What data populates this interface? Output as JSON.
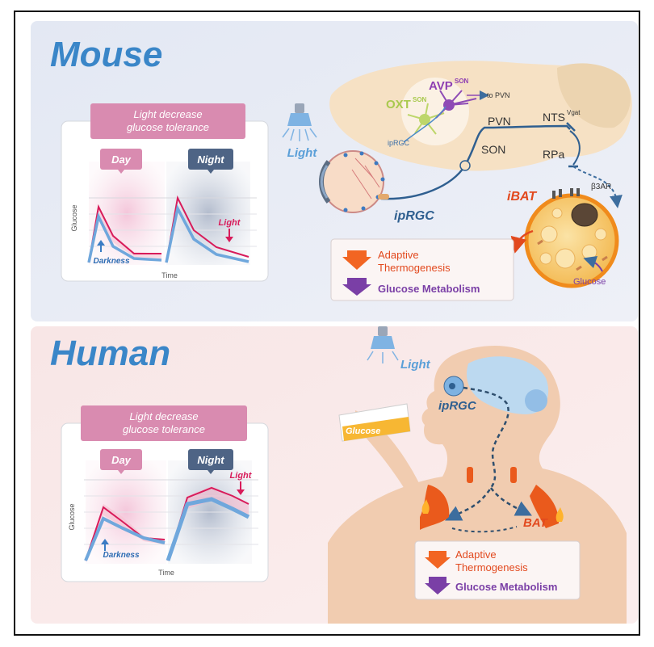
{
  "mouse": {
    "title": "Mouse",
    "chart": {
      "header_line1": "Light decrease",
      "header_line2": "glucose tolerance",
      "day": "Day",
      "night": "Night",
      "ylabel": "Glucose",
      "xlabel": "Time",
      "light": "Light",
      "darkness": "Darkness"
    },
    "light_bulb_label": "Light",
    "brain": {
      "avp": "AVP",
      "avp_sup": "SON",
      "oxt": "OXT",
      "oxt_sup": "SON",
      "to_pvn": "to PVN",
      "iprgc_small": "ipRGC",
      "pvn": "PVN",
      "son": "SON",
      "nts": "NTS",
      "nts_sup": "Vgat",
      "rpa": "RPa",
      "b3ar": "β3AR",
      "ibat": "iBAT",
      "glucose": "Glucose",
      "iprgc": "ipRGC"
    },
    "outcomes": {
      "thermo_line1": "Adaptive",
      "thermo_line2": "Thermogenesis",
      "glucose_metabolism": "Glucose Metabolism"
    }
  },
  "human": {
    "title": "Human",
    "chart": {
      "header_line1": "Light decrease",
      "header_line2": "glucose tolerance",
      "day": "Day",
      "night": "Night",
      "ylabel": "Glucose",
      "xlabel": "Time",
      "light": "Light",
      "darkness": "Darkness"
    },
    "light_bulb_label": "Light",
    "glucose_drink": "Glucose",
    "iprgc": "ipRGC",
    "bat": "BAT",
    "outcomes": {
      "thermo_line1": "Adaptive",
      "thermo_line2": "Thermogenesis",
      "glucose_metabolism": "Glucose Metabolism"
    }
  },
  "colors": {
    "title_blue": "#3a86c8",
    "pink_header": "#d98bb0",
    "light_red": "#d81b5a",
    "dark_blue": "#5f9fd8",
    "orange": "#e8531f",
    "purple": "#7a3fa6"
  }
}
